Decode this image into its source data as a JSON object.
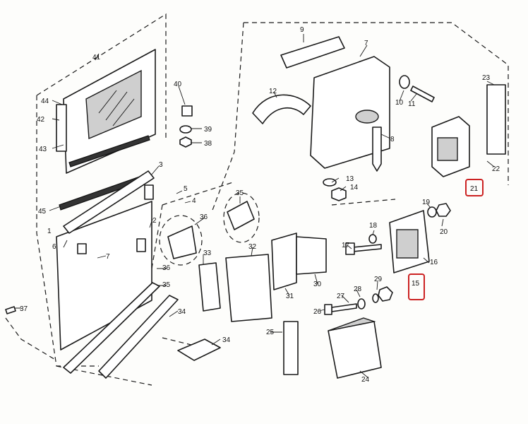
{
  "diagram": {
    "highlight_color": "#cc2222",
    "callouts": [
      "1",
      "2",
      "3",
      "4",
      "5",
      "6",
      "7",
      "8",
      "9",
      "10",
      "11",
      "12",
      "13",
      "14",
      "15",
      "16",
      "17",
      "18",
      "19",
      "20",
      "21",
      "22",
      "23",
      "24",
      "25",
      "26",
      "27",
      "28",
      "29",
      "30",
      "31",
      "32",
      "33",
      "34",
      "35",
      "36",
      "37",
      "38",
      "39",
      "40",
      "41",
      "42",
      "43",
      "44",
      "45"
    ],
    "highlighted_callouts": [
      "15",
      "21"
    ]
  }
}
